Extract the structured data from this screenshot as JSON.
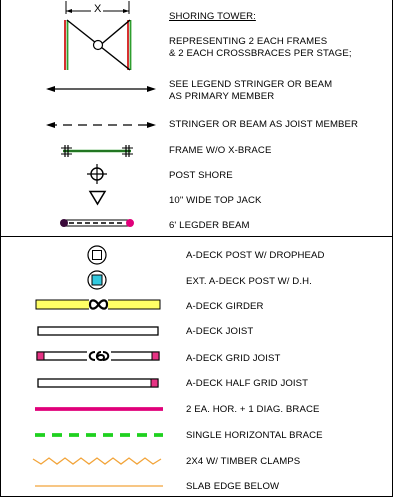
{
  "upper_section": {
    "shoring_tower": {
      "dimension_label": "X",
      "title": "SHORING TOWER:",
      "description": [
        "REPRESENTING 2 EACH FRAMES",
        "& 2 EACH CROSSBRACES PER STAGE;"
      ]
    },
    "items": [
      {
        "symbol": "double-arrow-solid-line",
        "label_lines": [
          "SEE LEGEND STRINGER OR BEAM",
          "AS PRIMARY MEMBER"
        ]
      },
      {
        "symbol": "double-arrow-dashed-line",
        "label_lines": [
          "STRINGER OR BEAM AS JOIST MEMBER"
        ]
      },
      {
        "symbol": "frame-green-line",
        "label_lines": [
          "FRAME W/O X-BRACE"
        ]
      },
      {
        "symbol": "post-shore-crosshair",
        "label_lines": [
          "POST SHORE"
        ]
      },
      {
        "symbol": "down-triangle",
        "label_lines": [
          "10\" WIDE TOP JACK"
        ]
      },
      {
        "symbol": "ledger-beam-dashed",
        "label_lines": [
          "6' LEGDER BEAM"
        ]
      }
    ]
  },
  "lower_section": {
    "items": [
      {
        "symbol": "circle-square",
        "label": "A-DECK POST W/ DROPHEAD"
      },
      {
        "symbol": "circle-cyan-square",
        "label": "EXT. A-DECK POST W/ D.H."
      },
      {
        "symbol": "yellow-girder-infinity",
        "label": "A-DECK GIRDER"
      },
      {
        "symbol": "white-bar",
        "label": "A-DECK JOIST"
      },
      {
        "symbol": "grid-joist-pink-ends",
        "label": "A-DECK GRID JOIST"
      },
      {
        "symbol": "half-grid-joist",
        "label": "A-DECK HALF GRID JOIST"
      },
      {
        "symbol": "magenta-thick-line",
        "label": "2 EA. HOR. + 1 DIAG. BRACE"
      },
      {
        "symbol": "green-dashed-line",
        "label": "SINGLE HORIZONTAL BRACE"
      },
      {
        "symbol": "orange-zigzag",
        "label": "2X4 W/ TIMBER CLAMPS"
      },
      {
        "symbol": "orange-thin-line",
        "label": "SLAB EDGE BELOW"
      }
    ]
  },
  "colors": {
    "frame_green": "#2e9e2e",
    "frame_red": "#d11919",
    "magenta": "#e0007a",
    "dark_purple": "#3a0a3a",
    "yellow": "#ffff66",
    "cyan": "#33c9df",
    "pink": "#e63384",
    "green_dash": "#1fd11f",
    "orange": "#f2a43a"
  }
}
